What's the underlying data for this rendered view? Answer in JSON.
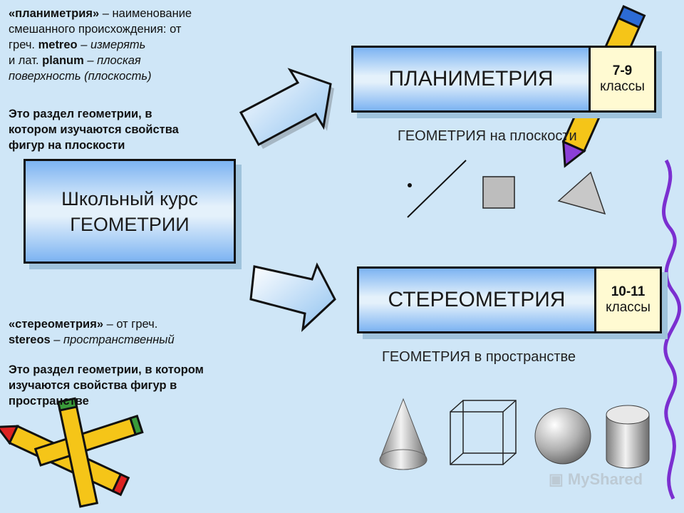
{
  "left_top": {
    "line1_b": "«планиметрия»",
    "line1_r": " – наименование",
    "line2": "смешанного происхождения: от",
    "line3_a": "греч. ",
    "line3_b": "metreo",
    "line3_i": " – измерять",
    "line4_a": "и лат. ",
    "line4_b": "planum",
    "line4_i": " – плоская",
    "line5_i": "поверхность (плоскость)",
    "def1": "Это раздел геометрии, в",
    "def2": "котором изучаются свойства",
    "def3": "фигур на плоскости"
  },
  "main_box": {
    "line1": "Школьный курс",
    "line2": "ГЕОМЕТРИИ"
  },
  "left_bottom": {
    "line1_b": "«стереометрия»",
    "line1_r": " – от греч.",
    "line2_b": "stereos",
    "line2_i": " – пространственный",
    "def1": "Это раздел геометрии, в котором",
    "def2": "изучаются свойства фигур в",
    "def3": "пространстве"
  },
  "planimetry": {
    "title": "ПЛАНИМЕТРИЯ",
    "grade_num": "7-9",
    "grade_label": "классы",
    "subtitle": "ГЕОМЕТРИЯ на плоскости"
  },
  "stereometry": {
    "title": "СТЕРЕОМЕТРИЯ",
    "grade_num": "10-11",
    "grade_label": "классы",
    "subtitle": "ГЕОМЕТРИЯ в пространстве"
  },
  "watermark": "MyShared",
  "colors": {
    "background": "#cfe6f7",
    "box_blue": "#7cb3f2",
    "grade_bg": "#fffad2"
  }
}
